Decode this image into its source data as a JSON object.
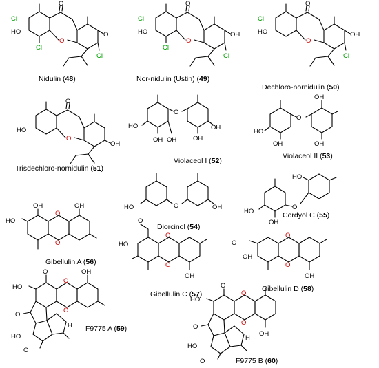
{
  "colors": {
    "bond": "#000000",
    "oxygen": "#d40000",
    "chlorine": "#00a000",
    "background": "#ffffff"
  },
  "atoms": {
    "chlorine": "Cl",
    "hydroxyl": "OH",
    "hydroxyl_left": "HO",
    "oxygen": "O",
    "hydrogen": "H"
  },
  "compounds": [
    {
      "name": "Nidulin (",
      "number": "48",
      "close": ")"
    },
    {
      "name": "Nor-nidulin (Ustin) (",
      "number": "49",
      "close": ")"
    },
    {
      "name": "Dechloro-nornidulin (",
      "number": "50",
      "close": ")"
    },
    {
      "name": "Trisdechloro-nornidulin (",
      "number": "51",
      "close": ")"
    },
    {
      "name": "Violaceol I (",
      "number": "52",
      "close": ")"
    },
    {
      "name": "Violaceol II (",
      "number": "53",
      "close": ")"
    },
    {
      "name": "Diorcinol (",
      "number": "54",
      "close": ")"
    },
    {
      "name": "Cordyol C (",
      "number": "55",
      "close": ")"
    },
    {
      "name": "Gibellulin A (",
      "number": "56",
      "close": ")"
    },
    {
      "name": "Gibellulin C (",
      "number": "57",
      "close": ")"
    },
    {
      "name": "Gibellulin D (",
      "number": "58",
      "close": ")"
    },
    {
      "name": "F9775 A (",
      "number": "59",
      "close": ")"
    },
    {
      "name": "F9775 B (",
      "number": "60",
      "close": ")"
    }
  ]
}
